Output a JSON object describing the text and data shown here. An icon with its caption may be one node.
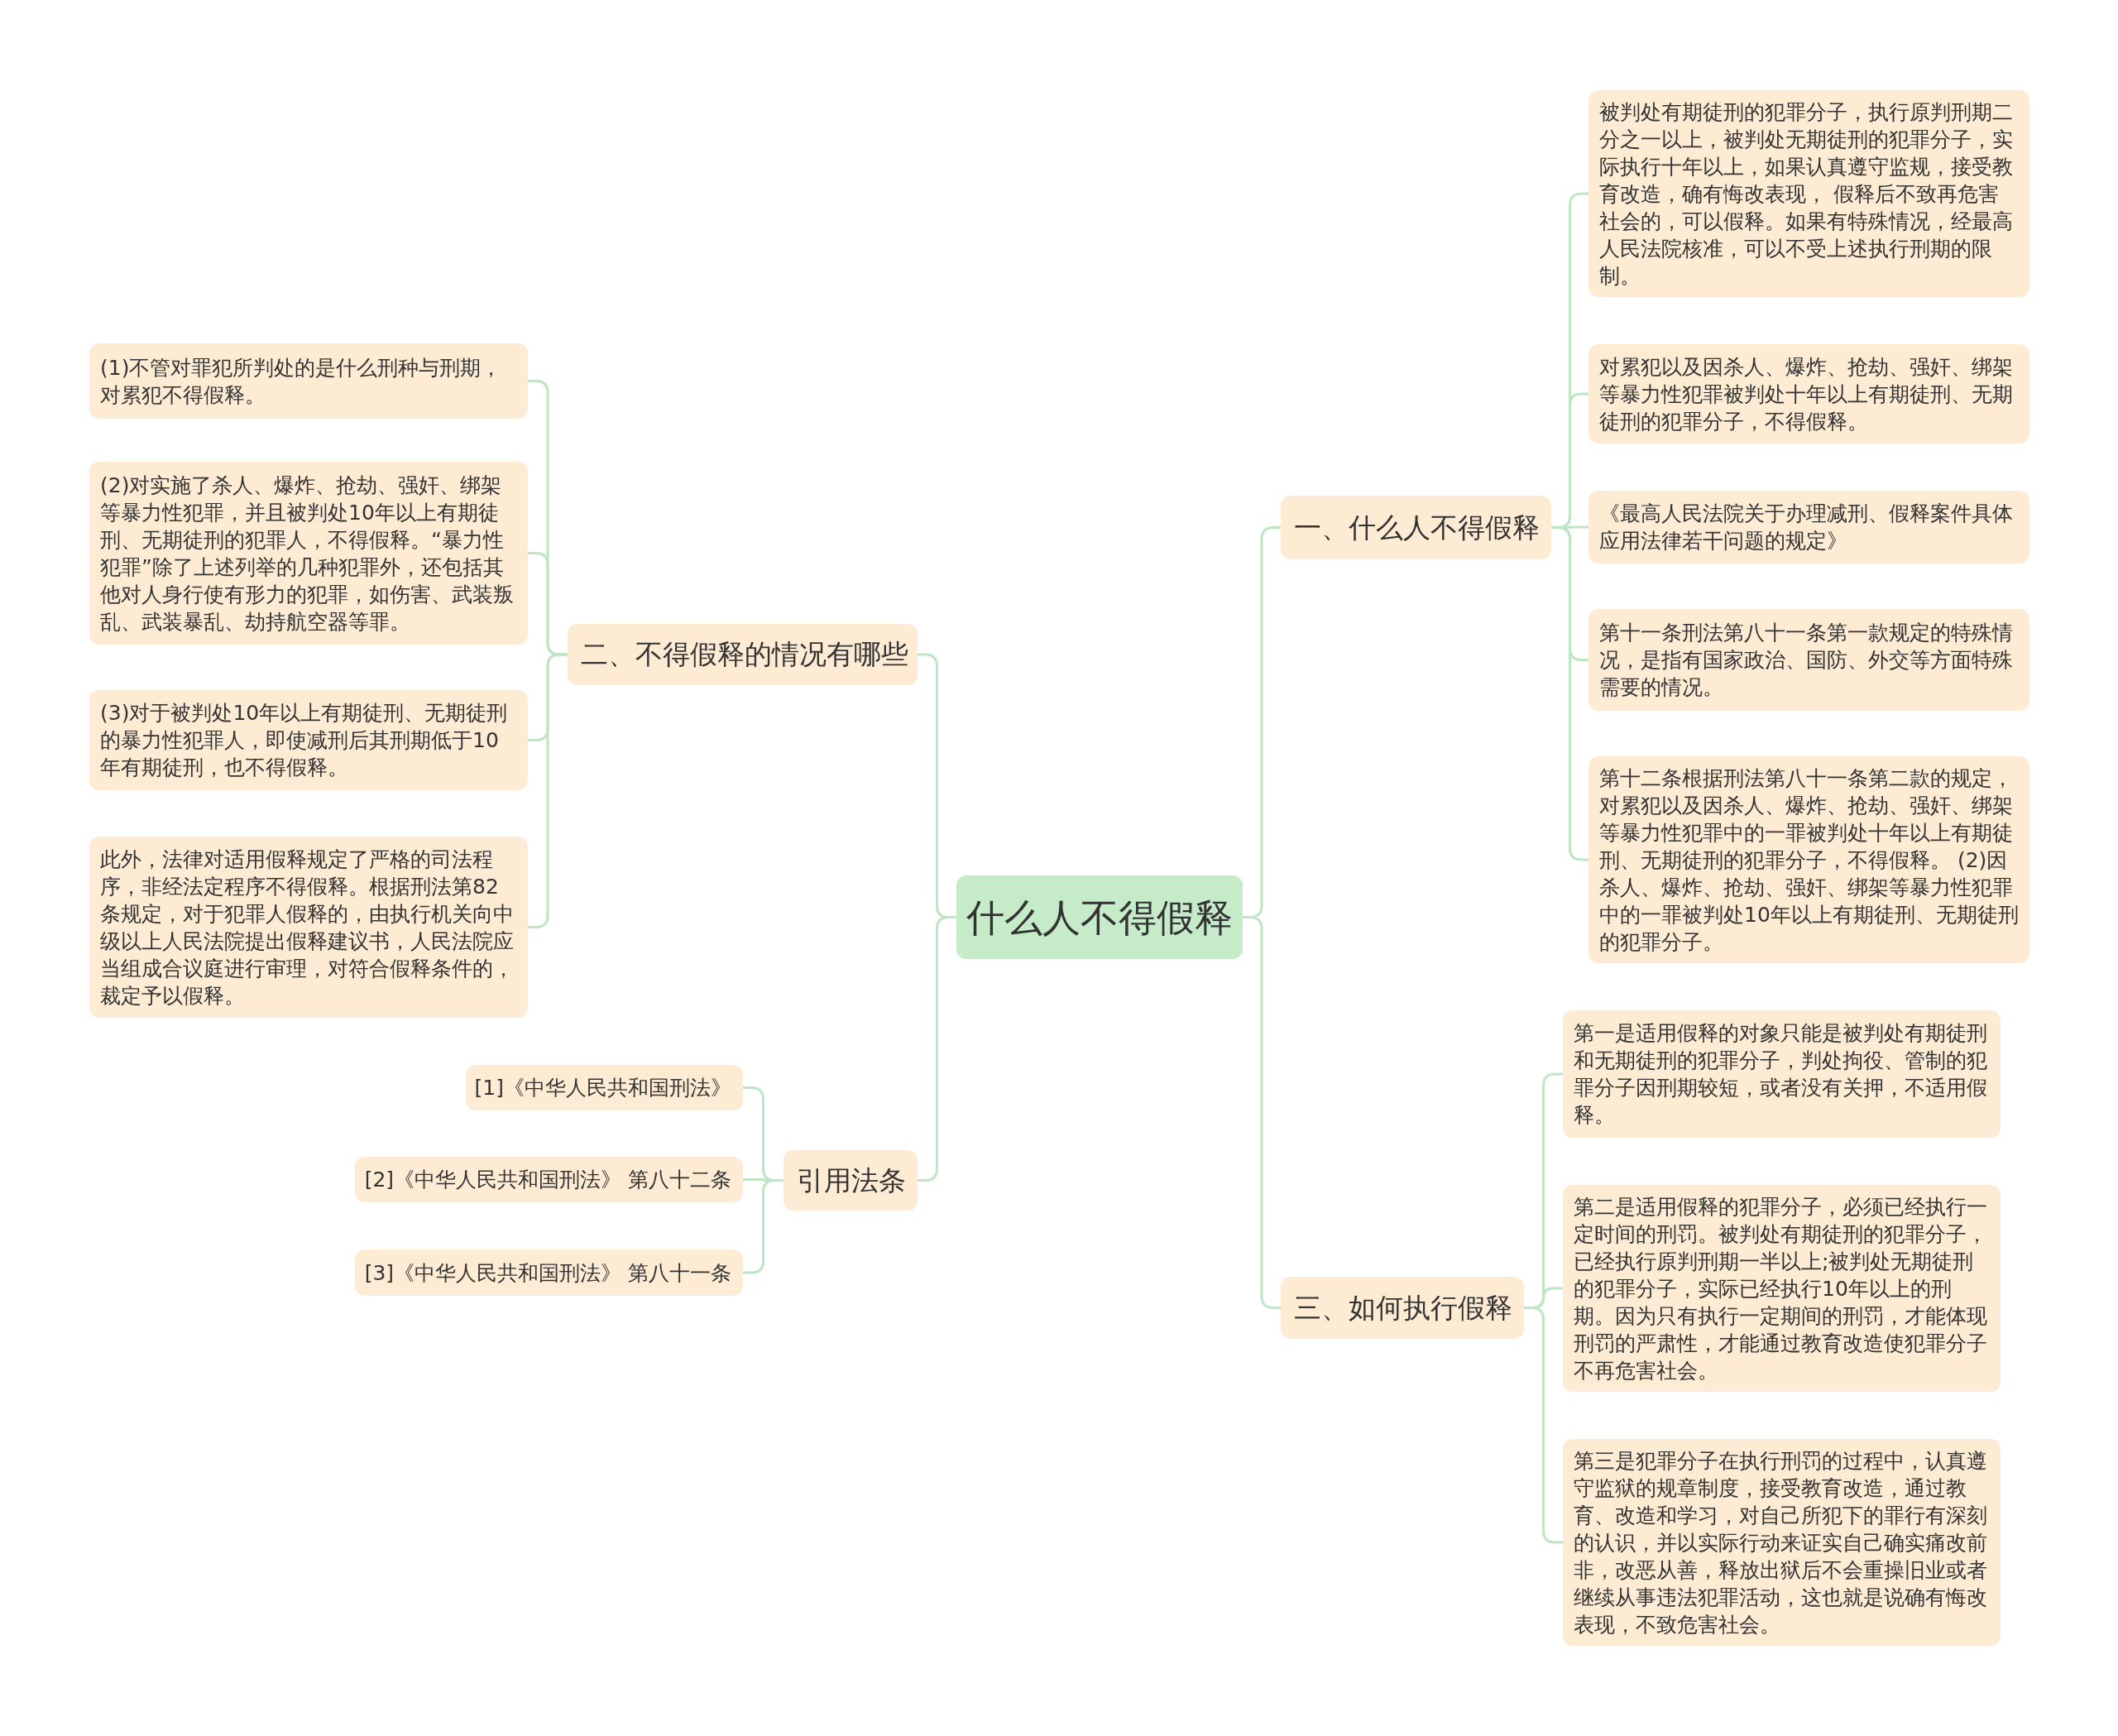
{
  "diagram": {
    "nodes": [
      {
        "text": [
          "什么人不得假释"
        ]
      },
      {
        "text": [
          "一、什么人不得假释"
        ]
      },
      {
        "text": [
          "被判处有期徒刑的犯罪分子，执行原判刑期二分之一以上，被判处无期徒刑的犯罪分子，实际执行十年以上，如果认真遵守监规，接受教育改造，确有悔改表现， 假释后不致再危害社会的，可以假释。如果有特殊情况，经最高人民法院核准，可以不受上述执行刑期的限制。"
        ]
      },
      {
        "text": [
          "对累犯以及因杀人、爆炸、抢劫、强奸、绑架等暴力性犯罪被判处十年以上有期徒刑、无期徒刑的犯罪分子，不得假释。"
        ]
      },
      {
        "text": [
          "《最高人民法院关于办理减刑、假释案件具体应用法律若干问题的规定》"
        ]
      },
      {
        "text": [
          "第十一条刑法第八十一条第一款规定的特殊情况，是指有国家政治、国防、外交等方面特殊需要的情况。"
        ]
      },
      {
        "text": [
          "第十二条根据刑法第八十一条第二款的规定，对累犯以及因杀人、爆炸、抢劫、强奸、绑架等暴力性犯罪中的一罪被判处十年以上有期徒刑、无期徒刑的犯罪分子，不得假释。 (2)因杀人、爆炸、抢劫、强奸、绑架等暴力性犯罪中的一罪被判处10年以上有期徒刑、无期徒刑的犯罪分子。"
        ]
      },
      {
        "text": [
          "二、不得假释的情况有哪些"
        ]
      },
      {
        "text": [
          "(1)不管对罪犯所判处的是什么刑种与刑期，对累犯不得假释。"
        ]
      },
      {
        "text": [
          "(2)对实施了杀人、爆炸、抢劫、强奸、绑架等暴力性犯罪，并且被判处10年以上有期徒刑、无期徒刑的犯罪人，不得假释。“暴力性犯罪”除了上述列举的几种犯罪外，还包括其他对人身行使有形力的犯罪，如伤害、武装叛乱、武装暴乱、劫持航空器等罪。"
        ]
      },
      {
        "text": [
          "(3)对于被判处10年以上有期徒刑、无期徒刑的暴力性犯罪人，即使减刑后其刑期低于10年有期徒刑，也不得假释。"
        ]
      },
      {
        "text": [
          "此外，法律对适用假释规定了严格的司法程序，非经法定程序不得假释。根据刑法第82条规定，对于犯罪人假释的，由执行机关向中级以上人民法院提出假释建议书，人民法院应当组成合议庭进行审理，对符合假释条件的，裁定予以假释。"
        ]
      },
      {
        "text": [
          "引用法条"
        ]
      },
      {
        "text": [
          "[1]《中华人民共和国刑法》"
        ]
      },
      {
        "text": [
          "[2]《中华人民共和国刑法》 第八十二条"
        ]
      },
      {
        "text": [
          "[3]《中华人民共和国刑法》 第八十一条"
        ]
      },
      {
        "text": [
          "三、如何执行假释"
        ]
      },
      {
        "text": [
          "第一是适用假释的对象只能是被判处有期徒刑和无期徒刑的犯罪分子，判处拘役、管制的犯罪分子因刑期较短，或者没有关押，不适用假释。"
        ]
      },
      {
        "text": [
          "第二是适用假释的犯罪分子，必须已经执行一定时间的刑罚。被判处有期徒刑的犯罪分子，已经执行原判刑期一半以上;被判处无期徒刑的犯罪分子，实际已经执行10年以上的刑期。因为只有执行一定期间的刑罚，才能体现刑罚的严肃性，才能通过教育改造使犯罪分子不再危害社会。"
        ]
      },
      {
        "text": [
          "第三是犯罪分子在执行刑罚的过程中，认真遵守监狱的规章制度，接受教育改造，通过教育、改造和学习，对自己所犯下的罪行有深刻的认识，并以实际行动来证实自己确实痛改前非，改恶从善，释放出狱后不会重操旧业或者继续从事违法犯罪活动，这也就是说确有悔改表现，不致危害社会。"
        ]
      }
    ],
    "edges": [
      {
        "from": 0,
        "to": 1,
        "arrow": "none"
      },
      {
        "from": 1,
        "to": 2,
        "arrow": "none"
      },
      {
        "from": 1,
        "to": 3,
        "arrow": "none"
      },
      {
        "from": 1,
        "to": 4,
        "arrow": "none"
      },
      {
        "from": 1,
        "to": 5,
        "arrow": "none"
      },
      {
        "from": 1,
        "to": 6,
        "arrow": "none"
      },
      {
        "from": 0,
        "to": 7,
        "arrow": "none"
      },
      {
        "from": 7,
        "to": 8,
        "arrow": "none"
      },
      {
        "from": 7,
        "to": 9,
        "arrow": "none"
      },
      {
        "from": 7,
        "to": 10,
        "arrow": "none"
      },
      {
        "from": 7,
        "to": 11,
        "arrow": "none"
      },
      {
        "from": 0,
        "to": 12,
        "arrow": "none"
      },
      {
        "from": 12,
        "to": 13,
        "arrow": "none"
      },
      {
        "from": 12,
        "to": 14,
        "arrow": "none"
      },
      {
        "from": 12,
        "to": 15,
        "arrow": "none"
      },
      {
        "from": 0,
        "to": 16,
        "arrow": "none"
      },
      {
        "from": 16,
        "to": 17,
        "arrow": "none"
      },
      {
        "from": 16,
        "to": 18,
        "arrow": "none"
      },
      {
        "from": 16,
        "to": 19,
        "arrow": "none"
      }
    ]
  }
}
